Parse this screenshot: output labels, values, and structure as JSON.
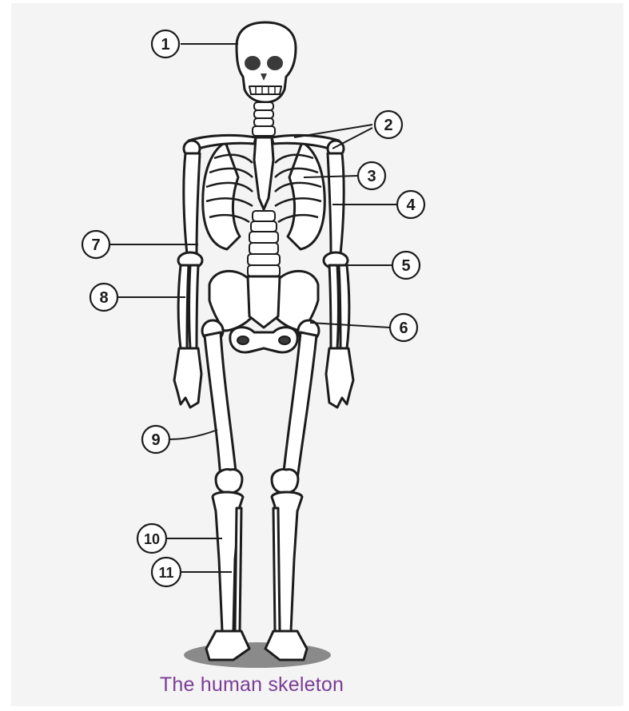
{
  "caption": "The human skeleton",
  "labels": [
    {
      "id": "1",
      "text": "1"
    },
    {
      "id": "2",
      "text": "2"
    },
    {
      "id": "3",
      "text": "3"
    },
    {
      "id": "4",
      "text": "4"
    },
    {
      "id": "5",
      "text": "5"
    },
    {
      "id": "6",
      "text": "6"
    },
    {
      "id": "7",
      "text": "7"
    },
    {
      "id": "8",
      "text": "8"
    },
    {
      "id": "9",
      "text": "9"
    },
    {
      "id": "10",
      "text": "10"
    },
    {
      "id": "11",
      "text": "11"
    }
  ],
  "colors": {
    "caption": "#7a3d96",
    "outline": "#1c1c1c",
    "background": "#f4f4f4"
  }
}
